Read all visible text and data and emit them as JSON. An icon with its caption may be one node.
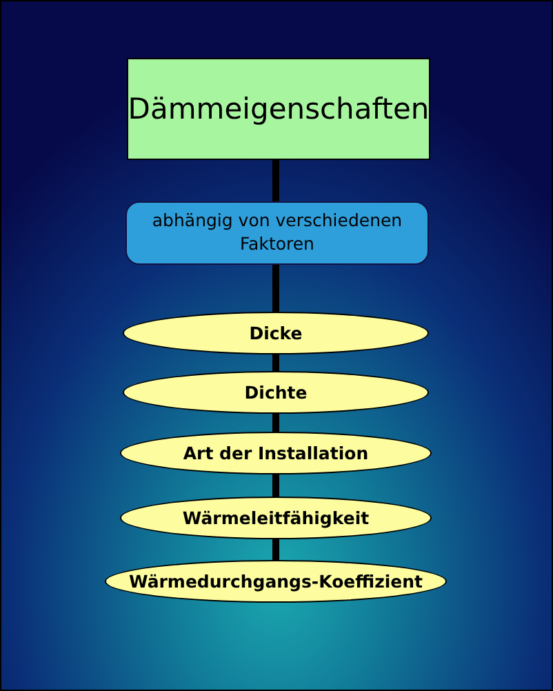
{
  "diagram": {
    "nodes": [
      {
        "text": [
          "Dämmeigenschaften"
        ]
      },
      {
        "text": [
          "abhängig von verschiedenen Faktoren"
        ]
      },
      {
        "text": [
          "Dicke"
        ]
      },
      {
        "text": [
          "Dichte"
        ]
      },
      {
        "text": [
          "Art der Installation"
        ]
      },
      {
        "text": [
          "Wärmeleitfähigkeit"
        ]
      },
      {
        "text": [
          "Wärmedurchgangs-Koeffizient"
        ]
      }
    ],
    "edges": [
      {
        "from": 0,
        "to": 1,
        "arrow": "none"
      },
      {
        "from": 1,
        "to": 2,
        "arrow": "none"
      },
      {
        "from": 2,
        "to": 3,
        "arrow": "none"
      },
      {
        "from": 3,
        "to": 4,
        "arrow": "none"
      },
      {
        "from": 4,
        "to": 5,
        "arrow": "none"
      },
      {
        "from": 5,
        "to": 6,
        "arrow": "none"
      }
    ]
  }
}
